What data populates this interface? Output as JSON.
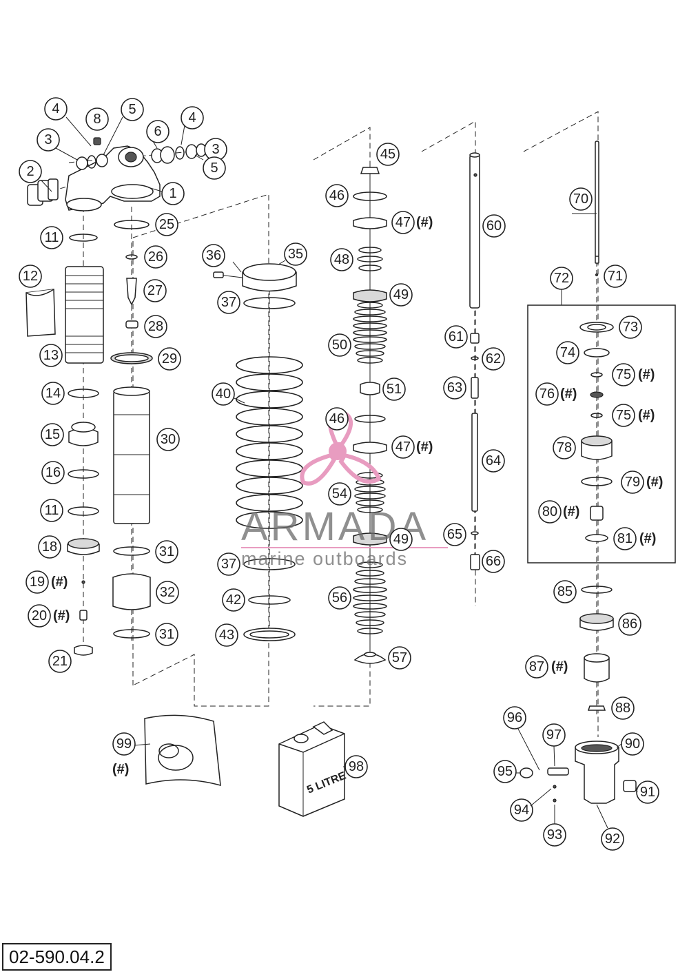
{
  "drawing_code": "02-590.04.2",
  "hash_mark": "(#)",
  "watermark": {
    "brand": "ARMADA",
    "tagline": "marine outboards",
    "color": "#e89cc0"
  },
  "box_labels": {
    "oil_can": "5 LITRE"
  },
  "parts": [
    {
      "num": "1"
    },
    {
      "num": "2"
    },
    {
      "num": "3",
      "dup": true
    },
    {
      "num": "3"
    },
    {
      "num": "4"
    },
    {
      "num": "4",
      "dup": true
    },
    {
      "num": "5"
    },
    {
      "num": "5",
      "dup": true
    },
    {
      "num": "6"
    },
    {
      "num": "8"
    },
    {
      "num": "11"
    },
    {
      "num": "11",
      "dup": true
    },
    {
      "num": "12"
    },
    {
      "num": "13"
    },
    {
      "num": "14"
    },
    {
      "num": "15"
    },
    {
      "num": "16"
    },
    {
      "num": "18"
    },
    {
      "num": "19",
      "hash": true
    },
    {
      "num": "20",
      "hash": true
    },
    {
      "num": "21"
    },
    {
      "num": "25"
    },
    {
      "num": "26"
    },
    {
      "num": "27"
    },
    {
      "num": "28"
    },
    {
      "num": "29"
    },
    {
      "num": "30"
    },
    {
      "num": "31"
    },
    {
      "num": "31",
      "dup": true
    },
    {
      "num": "32"
    },
    {
      "num": "35"
    },
    {
      "num": "36"
    },
    {
      "num": "37"
    },
    {
      "num": "37",
      "dup": true
    },
    {
      "num": "40"
    },
    {
      "num": "42"
    },
    {
      "num": "43"
    },
    {
      "num": "45"
    },
    {
      "num": "46"
    },
    {
      "num": "46",
      "dup": true
    },
    {
      "num": "47",
      "hash": true
    },
    {
      "num": "47",
      "hash": true,
      "dup": true
    },
    {
      "num": "48"
    },
    {
      "num": "49"
    },
    {
      "num": "49",
      "dup": true
    },
    {
      "num": "50"
    },
    {
      "num": "51"
    },
    {
      "num": "54"
    },
    {
      "num": "56"
    },
    {
      "num": "57"
    },
    {
      "num": "60"
    },
    {
      "num": "61"
    },
    {
      "num": "62"
    },
    {
      "num": "63"
    },
    {
      "num": "64"
    },
    {
      "num": "65"
    },
    {
      "num": "66"
    },
    {
      "num": "70"
    },
    {
      "num": "71"
    },
    {
      "num": "72"
    },
    {
      "num": "73"
    },
    {
      "num": "74"
    },
    {
      "num": "75",
      "hash": true
    },
    {
      "num": "75",
      "hash": true,
      "dup": true
    },
    {
      "num": "76",
      "hash": true
    },
    {
      "num": "78"
    },
    {
      "num": "79",
      "hash": true
    },
    {
      "num": "80",
      "hash": true
    },
    {
      "num": "81",
      "hash": true
    },
    {
      "num": "85"
    },
    {
      "num": "86"
    },
    {
      "num": "87",
      "hash": true
    },
    {
      "num": "88"
    },
    {
      "num": "90"
    },
    {
      "num": "91"
    },
    {
      "num": "92"
    },
    {
      "num": "93"
    },
    {
      "num": "94"
    },
    {
      "num": "95"
    },
    {
      "num": "96"
    },
    {
      "num": "97"
    },
    {
      "num": "98"
    },
    {
      "num": "99",
      "hash": true
    }
  ]
}
